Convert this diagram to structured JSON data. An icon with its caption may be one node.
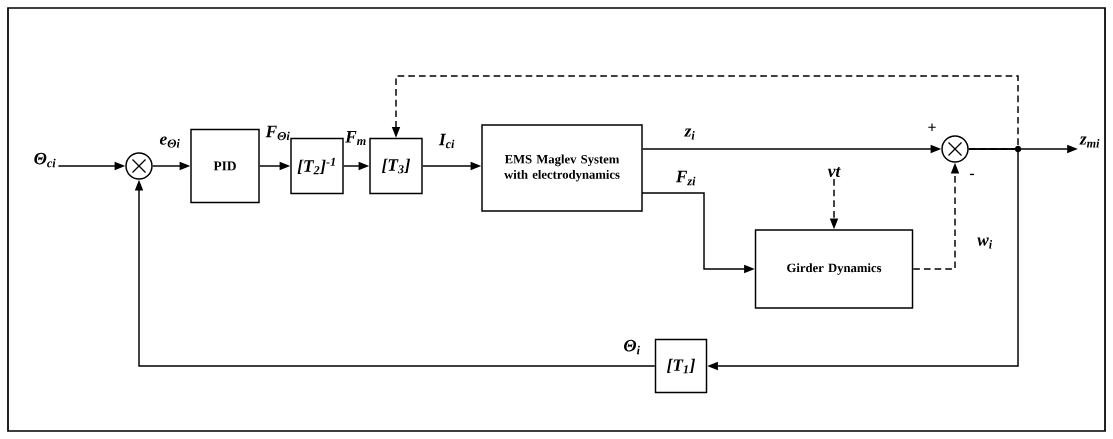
{
  "diagram": {
    "nodes": [
      {
        "text": [
          "Θ$_{ci}$"
        ]
      },
      {
        "text": [],
        "shape": "circle"
      },
      {
        "text": [
          "PID"
        ]
      },
      {
        "text": [
          "[T$_{2}$]$^{-1}$"
        ]
      },
      {
        "text": [
          "[T$_{3}$]"
        ]
      },
      {
        "text": [
          "EMS Maglev System with electrodynamics"
        ]
      },
      {
        "text": [],
        "shape": "circle",
        "beside": [
          "+",
          "-"
        ]
      },
      {
        "text": [
          "Girder Dynamics"
        ]
      },
      {
        "text": [
          "vt"
        ]
      },
      {
        "text": [
          "z$_{mi}$"
        ]
      },
      {
        "text": [
          "[T$_{1}$]"
        ]
      }
    ],
    "edges": [
      {
        "from": 0,
        "to": 1,
        "arrow": "to"
      },
      {
        "from": 1,
        "to": 2,
        "arrow": "to",
        "label": "e$_{Θi}$"
      },
      {
        "from": 2,
        "to": 3,
        "arrow": "to",
        "label": "F$_{Θi}$"
      },
      {
        "from": 3,
        "to": 4,
        "arrow": "to",
        "label": "F$_{m}$"
      },
      {
        "from": 4,
        "to": 5,
        "arrow": "to",
        "label": "I$_{ci}$"
      },
      {
        "from": 5,
        "to": 6,
        "arrow": "to",
        "label": "z$_{i}$"
      },
      {
        "from": 5,
        "to": 7,
        "arrow": "to",
        "label": "F$_{zi}$"
      },
      {
        "from": 8,
        "to": 7,
        "arrow": "to",
        "style": "dashed"
      },
      {
        "from": 7,
        "to": 6,
        "arrow": "to",
        "style": "dashed",
        "label": "w$_{i}$"
      },
      {
        "from": 6,
        "to": 9,
        "arrow": "to"
      },
      {
        "from": 6,
        "to": 4,
        "arrow": "to",
        "style": "dashed"
      },
      {
        "from": 6,
        "to": 10,
        "arrow": "to"
      },
      {
        "from": 10,
        "to": 1,
        "arrow": "to",
        "label": "Θ$_{i}$"
      }
    ]
  }
}
